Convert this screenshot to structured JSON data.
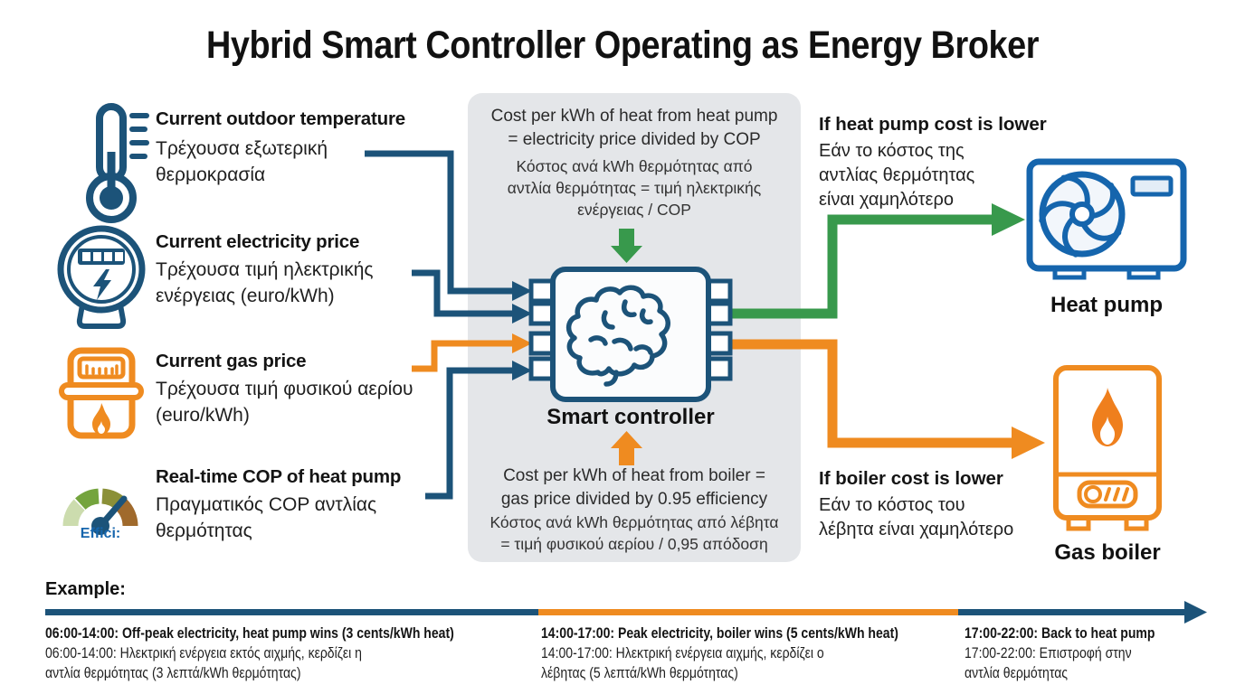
{
  "title": "Hybrid Smart Controller Operating as Energy Broker",
  "inputs": [
    {
      "name": "outdoor-temperature",
      "label_en": "Current outdoor temperature",
      "label_el": "Τρέχουσα εξωτερική\nθερμοκρασία"
    },
    {
      "name": "electricity-price",
      "label_en": "Current electricity price",
      "label_el": "Τρέχουσα τιμή ηλεκτρικής\nενέργειας (euro/kWh)"
    },
    {
      "name": "gas-price",
      "label_en": "Current gas price",
      "label_el": "Τρέχουσα τιμή φυσικού αερίου\n(euro/kWh)"
    },
    {
      "name": "cop",
      "label_en": "Real-time COP of heat pump",
      "label_el": "Πραγματικός COP αντλίας\nθερμότητας",
      "gauge_caption": "Effici:"
    }
  ],
  "controller": {
    "label": "Smart controller",
    "heat_pump_formula_en": "Cost per kWh of heat from heat pump\n= electricity price divided by COP",
    "heat_pump_formula_el": "Κόστος ανά kWh θερμότητας από\nαντλία θερμότητας = τιμή ηλεκτρικής\nενέργειας / COP",
    "boiler_formula_en": "Cost per kWh of heat from boiler =\ngas price divided by 0.95 efficiency",
    "boiler_formula_el": "Κόστος ανά kWh θερμότητας από λέβητα\n= τιμή φυσικού αερίου / 0,95 απόδοση"
  },
  "outputs": [
    {
      "condition_en": "If heat pump cost is lower",
      "condition_el": "Εάν το κόστος της\nαντλίας θερμότητας\nείναι χαμηλότερο",
      "device_label": "Heat pump"
    },
    {
      "condition_en": "If boiler cost is lower",
      "condition_el": "Εάν το κόστος του\nλέβητα είναι χαμηλότερο",
      "device_label": "Gas boiler"
    }
  ],
  "example": {
    "label": "Example:",
    "periods": [
      {
        "en": "06:00-14:00: Off-peak electricity, heat pump wins (3 cents/kWh heat)",
        "el": "06:00-14:00: Ηλεκτρική ενέργεια εκτός αιχμής, κερδίζει η\nαντλία θερμότητας (3 λεπτά/kWh θερμότητας)"
      },
      {
        "en": "14:00-17:00: Peak electricity, boiler wins (5 cents/kWh heat)",
        "el": "14:00-17:00: Ηλεκτρική ενέργεια αιχμής, κερδίζει ο\nλέβητας (5 λεπτά/kWh θερμότητας)"
      },
      {
        "en": "17:00-22:00: Back to heat pump",
        "el": "17:00-22:00: Επιστροφή στην\nαντλία θερμότητας"
      }
    ]
  },
  "colors": {
    "navy": "#1c5379",
    "device_blue": "#1565ad",
    "orange": "#ef8b20",
    "green": "#38994c",
    "panel_gray": "#e4e6e9"
  }
}
